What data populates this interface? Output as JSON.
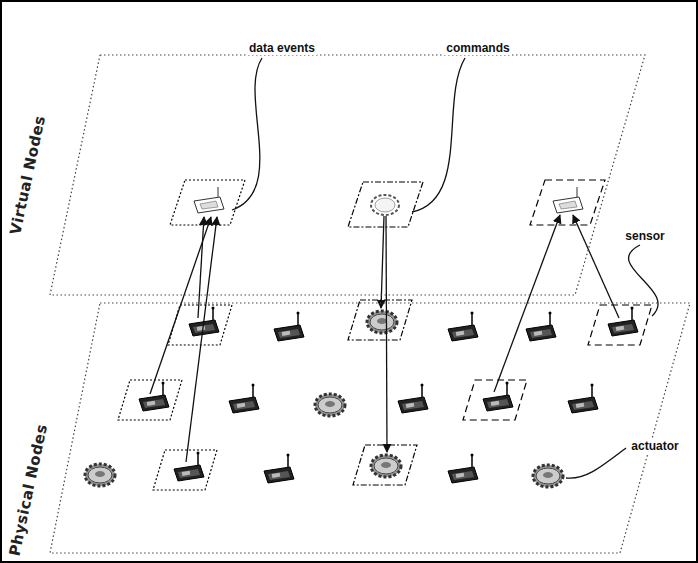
{
  "diagram": {
    "nodes": [
      {
        "text": [
          "Virtual Nodes"
        ]
      },
      {
        "text": [
          "Physical Nodes"
        ]
      }
    ],
    "labels": [
      "data events",
      "commands",
      "sensor",
      "actuator"
    ]
  }
}
